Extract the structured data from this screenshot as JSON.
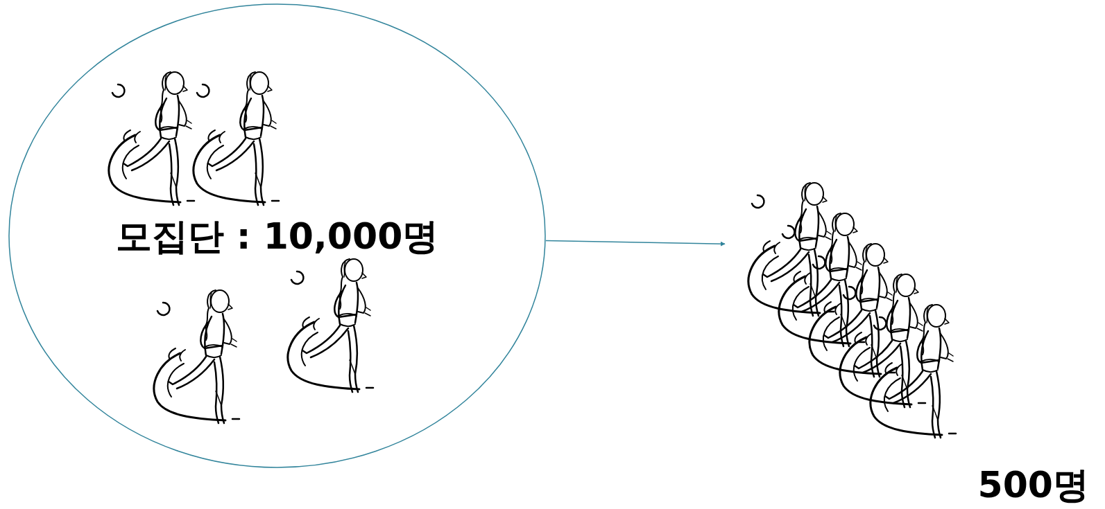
{
  "diagram": {
    "nodes": [
      {
        "text": [
          "모집단 : 10,000명"
        ]
      },
      {
        "text": [
          "500명"
        ]
      }
    ],
    "edges": [
      {
        "from": 0,
        "to": 1,
        "arrow": "to"
      }
    ]
  }
}
